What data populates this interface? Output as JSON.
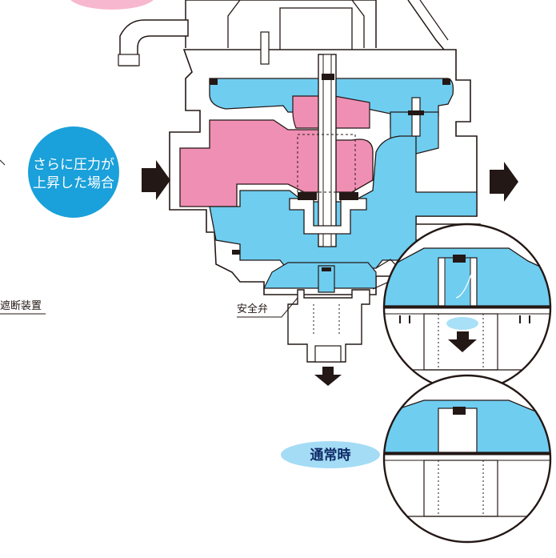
{
  "badge": {
    "line1": "さらに圧力が",
    "line2": "上昇した場合"
  },
  "labels": {
    "shutoff_device": "遮断装置",
    "safety_valve": "安全弁",
    "normal_state": "通常時"
  },
  "colors": {
    "high_pressure": "#f08fb4",
    "low_pressure": "#6fcdf0",
    "badge": "#1aa0da",
    "pill": "#a5dcf5",
    "top_pill": "#f7b8cf",
    "outline": "#231815",
    "arrow": "#231815"
  }
}
